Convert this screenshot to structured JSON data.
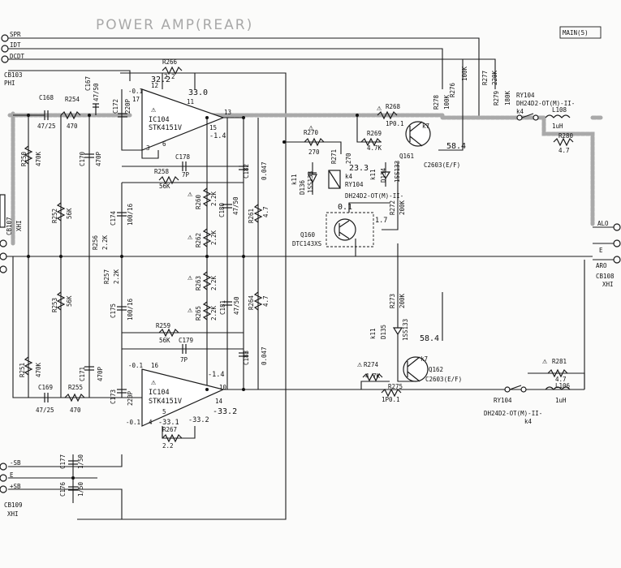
{
  "title": "POWER AMP(REAR)",
  "main_box": "MAIN(5)",
  "signals": {
    "spr": "SPR",
    "idt": "IDT",
    "dcdt": "DCDT",
    "cb103": "CB103",
    "phi": "PHI",
    "cb107": "CB107",
    "xhi_left": "XHI",
    "cb108": "CB108",
    "xhi_right": "XHI",
    "alo": "ALO",
    "e": "E",
    "aro": "ARO",
    "sb_neg": "-SB",
    "e_bottom": "E",
    "sb_pos": "+SB",
    "cb109": "CB109",
    "xhi_bottom": "XHI"
  },
  "upper_channel": {
    "ic": "IC104",
    "ic_part": "STK4151V",
    "pin12": "12",
    "pin11": "11",
    "pin17": "17",
    "pin13": "13",
    "pin15": "15",
    "pin3": "3",
    "pin6": "6",
    "v_top_left": "32.2",
    "v_top_right": "33.0",
    "v_neg": "-0.1",
    "v_out_neg": "-1.4",
    "c168": "C168",
    "c168_val": "47/25",
    "r254": "R254",
    "r254_val": "470",
    "c167": "C167",
    "c167_val": "47/50",
    "r266": "R266",
    "r266_val": "2.2",
    "c172": "C172",
    "c172_val": "220P",
    "r250": "R250",
    "r250_val": "470K",
    "c170": "C170",
    "c170_val": "470P",
    "c178": "C178",
    "c178_val": "7P",
    "r258": "R258",
    "r258_val": "56K",
    "c174": "C174",
    "c174_val": "100/16",
    "r260": "R260",
    "r260_val": "2.2K",
    "c180": "C180",
    "c180_val": "47/50",
    "r262": "R262",
    "r262_val": "2.2K",
    "r256": "R256",
    "r256_val": "2.2K",
    "r252": "R252",
    "r252_val": "56K",
    "c182": "C182",
    "c182_val": "0.047",
    "r261": "R261",
    "r261_val": "4.7",
    "r268": "R268",
    "r268_val": "1P0.1",
    "r269": "R269",
    "r269_val": "4.7K",
    "r270": "R270",
    "r270_val": "270",
    "r271": "R271",
    "r271_val": "270",
    "q161": "Q161",
    "q161_pin": "k7",
    "q161_part": "C2603(E/F)",
    "v_q161": "58.4",
    "v_23": "23.3",
    "d_k4": "k4",
    "d_k11": "k11",
    "d136": "D136",
    "d136_part": "1SS133",
    "d134": "D134",
    "d134_part": "1SS133",
    "ry104": "RY104",
    "ry_part": "DH24D2-OT(M)-II-",
    "v_01": "0.1",
    "v_17": "1.7",
    "q160": "Q160",
    "q160_part": "DTC143XS",
    "r272": "R272",
    "r272_val": "200K",
    "r276": "R276",
    "r276_val": "100K",
    "r278": "R278",
    "r278_val": "100K",
    "r277": "R277",
    "r277_val": "220K",
    "r279": "R279",
    "r279_val": "180K",
    "ry104_b": "RY104",
    "ry_part_b": "DH24D2-OT(M)-II-",
    "ry_k4": "k4",
    "l108": "L108",
    "l108_val": "1uH",
    "r280": "R280",
    "r280_val": "4.7"
  },
  "lower_channel": {
    "ic": "IC104",
    "ic_part": "STK4151V",
    "pin16": "16",
    "pin10": "10",
    "pin14": "14",
    "pin4": "4",
    "pin5": "5",
    "v_neg_a": "-0.1",
    "v_neg_b": "-0.1",
    "v_neg14": "-1.4",
    "v_m331": "-33.1",
    "v_m332": "-33.2",
    "v_m332b": "-33.2",
    "r259": "R259",
    "r259_val": "56K",
    "c179": "C179",
    "c179_val": "7P",
    "c175": "C175",
    "c175_val": "100/16",
    "r257": "R257",
    "r257_val": "2.2K",
    "r263": "R263",
    "r263_val": "2.2K",
    "r253": "R253",
    "r253_val": "56K",
    "r265": "R265",
    "r265_val": "2.2K",
    "c181": "C181",
    "c181_val": "47/50",
    "r264": "R264",
    "r264_val": "4.7",
    "c183": "C183",
    "c183_val": "0.047",
    "r251": "R251",
    "r251_val": "470K",
    "c171": "C171",
    "c171_val": "470P",
    "c173": "C173",
    "c173_val": "220P",
    "c169": "C169",
    "c169_val": "47/25",
    "r255": "R255",
    "r255_val": "470",
    "r267": "R267",
    "r267_val": "2.2",
    "d135": "D135",
    "d135_part": "1SS133",
    "d_k11": "k11",
    "r273": "R273",
    "r273_val": "200K",
    "v_584": "58.4",
    "r274": "R274",
    "r274_val": "4.7K",
    "r275": "R275",
    "r275_val": "1P0.1",
    "q162": "Q162",
    "q162_pin": "k7",
    "q162_part": "C2603(E/F)",
    "r281": "R281",
    "r281_val": "4.7",
    "l106": "L106",
    "l106_val": "1uH",
    "ry104": "RY104",
    "ry_part": "DH24D2-OT(M)-II-",
    "ry_k4": "k4"
  },
  "supply": {
    "c177": "C177",
    "c177_val": "1/50",
    "c176": "C176",
    "c176_val": "1/50"
  }
}
